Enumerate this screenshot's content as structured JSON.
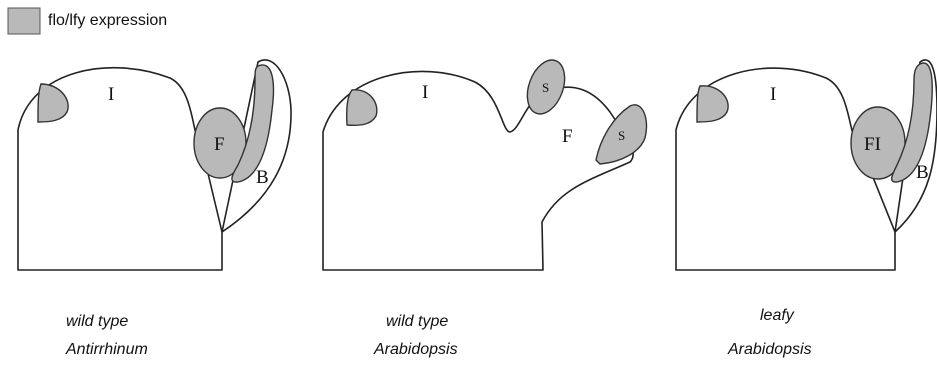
{
  "legend": {
    "label": "flo/lfy expression",
    "swatch_color": "#b9b9b9"
  },
  "panels": [
    {
      "inflorescence_label": "I",
      "flower_label": "F",
      "bract_label": "B",
      "caption_line1": "wild type",
      "caption_line2": "Antirrhinum"
    },
    {
      "inflorescence_label": "I",
      "flower_label": "F",
      "sepal_labels": [
        "S",
        "S"
      ],
      "caption_line1": "wild type",
      "caption_line2": "Arabidopsis"
    },
    {
      "inflorescence_label": "I",
      "flower_label": "FI",
      "bract_label": "B",
      "caption_line1": "leafy",
      "caption_line2": "Arabidopsis"
    }
  ]
}
